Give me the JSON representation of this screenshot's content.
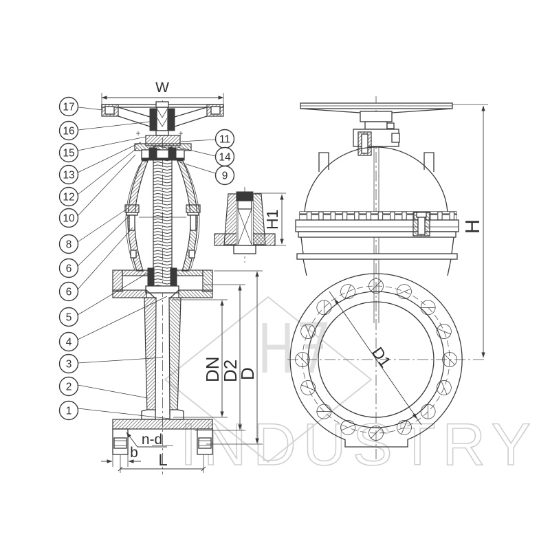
{
  "drawing": {
    "watermark_text": "INDUSTRY",
    "dimension_labels": {
      "handwheel_width": "W",
      "total_height": "H",
      "cap_height": "H1",
      "nominal_bore": "DN",
      "raised_face_dia": "D2",
      "flange_od": "D",
      "bolt_circle_dia": "D1",
      "face_to_face": "L",
      "flange_thickness": "b",
      "bolt_holes": "n-d"
    },
    "balloons_left": [
      "17",
      "16",
      "15",
      "13",
      "12",
      "10",
      "8",
      "6",
      "6",
      "5",
      "4",
      "3",
      "2",
      "1"
    ],
    "balloons_right": [
      "11",
      "14",
      "9"
    ],
    "colors": {
      "line": "#3a3a3a",
      "watermark": "#d6d6d6",
      "background": "#ffffff"
    }
  }
}
